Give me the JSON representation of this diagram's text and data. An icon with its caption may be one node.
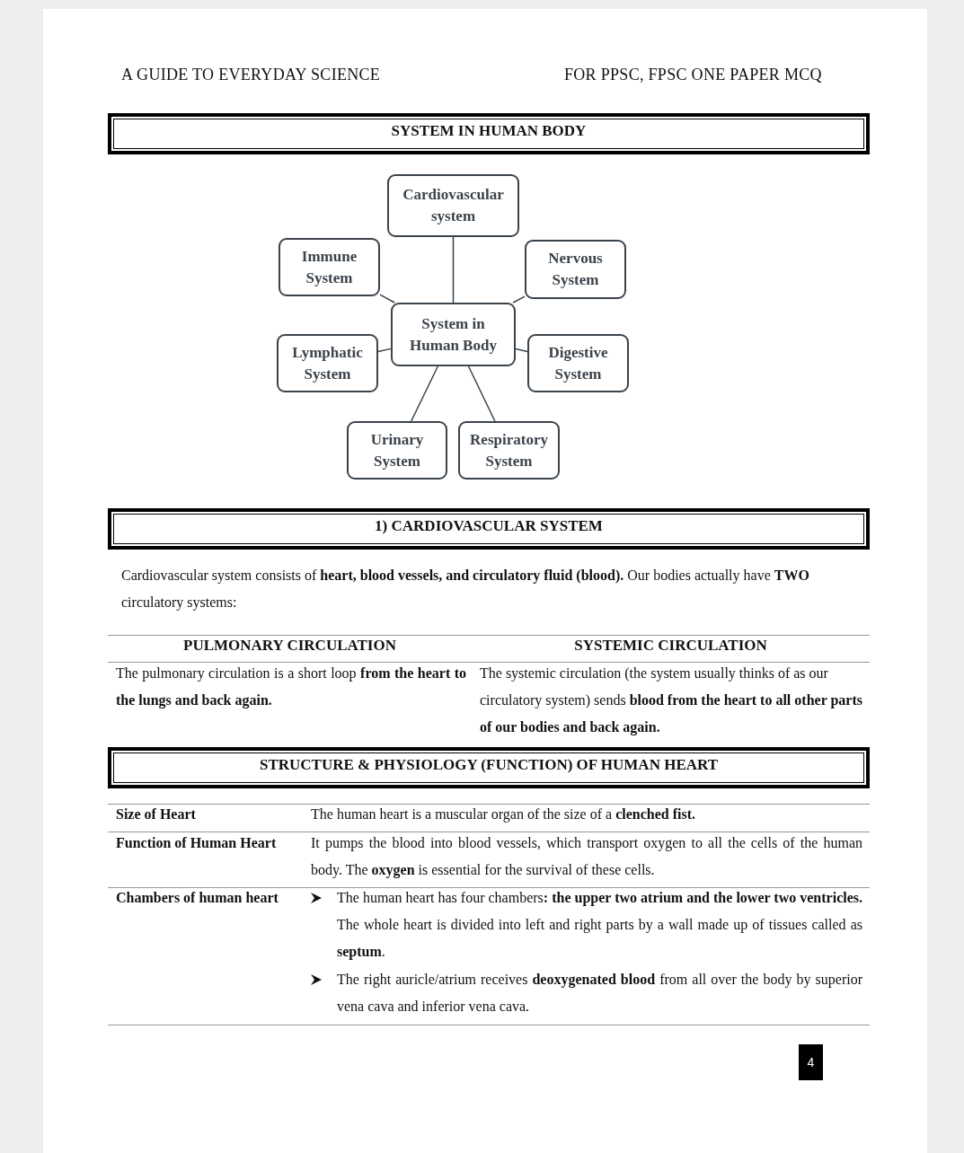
{
  "diagram": {
    "nodes": [
      {
        "text": [
          "SYSTEM IN HUMAN BODY"
        ]
      },
      {
        "text": [
          "Cardiovascular system"
        ]
      },
      {
        "text": [
          "Immune System"
        ]
      },
      {
        "text": [
          "Nervous System"
        ]
      },
      {
        "text": [
          "System in Human Body"
        ]
      },
      {
        "text": [
          "Lymphatic System"
        ]
      },
      {
        "text": [
          "Digestive System"
        ]
      },
      {
        "text": [
          "Urinary System"
        ]
      },
      {
        "text": [
          "Respiratory System"
        ]
      },
      {
        "text": [
          "1) CARDIOVASCULAR SYSTEM"
        ]
      },
      {
        "text": [
          "STRUCTURE & PHYSIOLOGY (FUNCTION) OF HUMAN HEART"
        ]
      }
    ],
    "edges": [
      {
        "from": 4,
        "to": 1,
        "arrow": "none"
      },
      {
        "from": 4,
        "to": 2,
        "arrow": "none"
      },
      {
        "from": 4,
        "to": 3,
        "arrow": "none"
      },
      {
        "from": 4,
        "to": 5,
        "arrow": "none"
      },
      {
        "from": 4,
        "to": 6,
        "arrow": "none"
      },
      {
        "from": 4,
        "to": 7,
        "arrow": "none"
      },
      {
        "from": 4,
        "to": 8,
        "arrow": "none"
      }
    ],
    "labels": [
      "A GUIDE TO EVERYDAY SCIENCE",
      "FOR PPSC, FPSC ONE PAPER MCQ",
      "Cardiovascular system consists of **heart, blood vessels, and circulatory fluid (blood).** Our bodies actually have **TWO** circulatory systems:",
      "PULMONARY CIRCULATION",
      "SYSTEMIC CIRCULATION",
      "The pulmonary circulation is a short loop **from the heart to the lungs and back again.**",
      "The systemic circulation (the system usually thinks of as our circulatory system) sends **blood from the heart to all other parts of our bodies and back again.**",
      "Size of Heart",
      "The human heart is a muscular organ of the size of a **clenched fist.**",
      "Function of Human Heart",
      "It pumps the blood into blood vessels, which transport oxygen to all the cells of the human body. The **oxygen** is essential for the survival of these cells.",
      "Chambers of human heart",
      "The human heart has four chambers**: the upper two atrium and the lower two ventricles.** The whole heart is divided into left and right parts by a wall made up of tissues called as **septum**.",
      "The right auricle/atrium receives **deoxygenated blood** from all over the body by superior vena cava and inferior vena cava.",
      "4"
    ]
  }
}
